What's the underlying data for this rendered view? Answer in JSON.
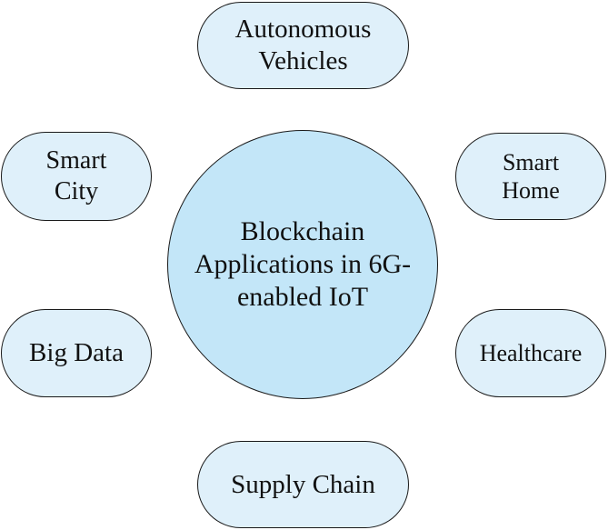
{
  "diagram": {
    "center": {
      "lines": [
        "Blockchain",
        "Applications in 6G-",
        "enabled IoT"
      ],
      "fill": "#c3e6f8"
    },
    "nodes": {
      "autonomous_vehicles": {
        "lines": [
          "Autonomous",
          "Vehicles"
        ]
      },
      "smart_city": {
        "lines": [
          "Smart",
          "City"
        ]
      },
      "smart_home": {
        "lines": [
          "Smart",
          "Home"
        ]
      },
      "big_data": {
        "lines": [
          "Big Data"
        ]
      },
      "healthcare": {
        "lines": [
          "Healthcare"
        ]
      },
      "supply_chain": {
        "lines": [
          "Supply Chain"
        ]
      }
    },
    "colors": {
      "node_fill": "#dff0fa",
      "border": "#1a1a1a",
      "text": "#111111"
    }
  }
}
